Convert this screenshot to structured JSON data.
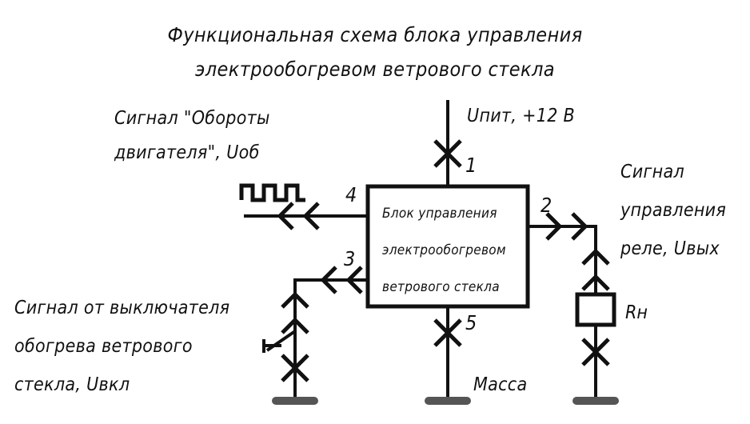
{
  "diagram": {
    "title_line1": "Функциональная схема блока управления",
    "title_line2": "электрообогревом ветрового стекла",
    "block": {
      "line1": "Блок управления",
      "line2": "электрообогревом",
      "line3": "ветрового стекла"
    },
    "pins": {
      "p1": "1",
      "p2": "2",
      "p3": "3",
      "p4": "4",
      "p5": "5"
    },
    "labels": {
      "supply": "Uпит, +12 В",
      "rpm_line1": "Сигнал \"Обороты",
      "rpm_line2": "двигателя\", Uоб",
      "relay_line1": "Сигнал",
      "relay_line2": "управления",
      "relay_line3": "реле, Uвых",
      "switch_line1": "Сигнал от выключателя",
      "switch_line2": "обогрева ветрового",
      "switch_line3": "стекла, Uвкл",
      "ground": "Масса",
      "load_resistor": "Rн"
    },
    "colors": {
      "line": "#111111",
      "ground_bar": "#555555",
      "background": "#ffffff"
    }
  }
}
